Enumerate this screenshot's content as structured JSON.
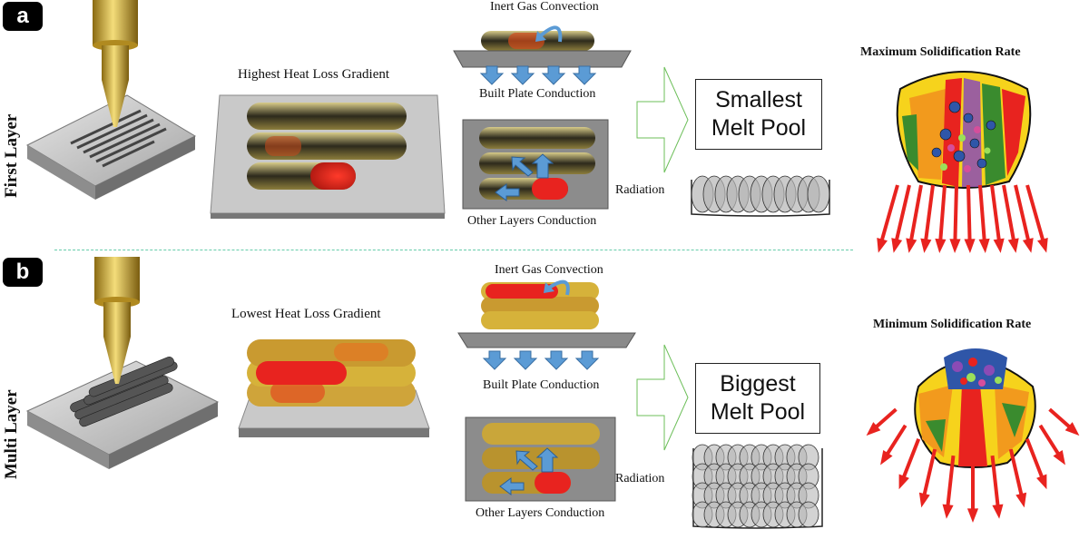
{
  "panels": [
    {
      "badge": "a",
      "side_label": "First Layer",
      "gradient_label": "Highest Heat Loss Gradient",
      "convection_label": "Inert Gas Convection",
      "plate_label": "Built Plate Conduction",
      "radiation_label": "Radiation",
      "other_layers_label": "Other Layers Conduction",
      "pool_line1": "Smallest",
      "pool_line2": "Melt Pool",
      "rate_label": "Maximum Solidification Rate"
    },
    {
      "badge": "b",
      "side_label": "Multi Layer",
      "gradient_label": "Lowest Heat Loss Gradient",
      "convection_label": "Inert Gas Convection",
      "plate_label": "Built Plate Conduction",
      "radiation_label": "Radiation",
      "other_layers_label": "Other Layers Conduction",
      "pool_line1": "Biggest",
      "pool_line2": "Melt Pool",
      "rate_label": "Minimum Solidification Rate"
    }
  ],
  "colors": {
    "heat": "#e8231f",
    "blue_arrow": "#5b9bd5",
    "gold": "#d6b23a",
    "plate": "#9a9a9a",
    "divider": "#66ccaa",
    "grain_palette": [
      "#e8231f",
      "#f29a1d",
      "#f6d31c",
      "#3a8b2e",
      "#2f56a8",
      "#8b4bb5",
      "#d54e9b",
      "#9be05a"
    ]
  },
  "icons": [
    "laser-nozzle-icon",
    "heat-flux-arrow-icon",
    "flow-arrow-icon"
  ]
}
